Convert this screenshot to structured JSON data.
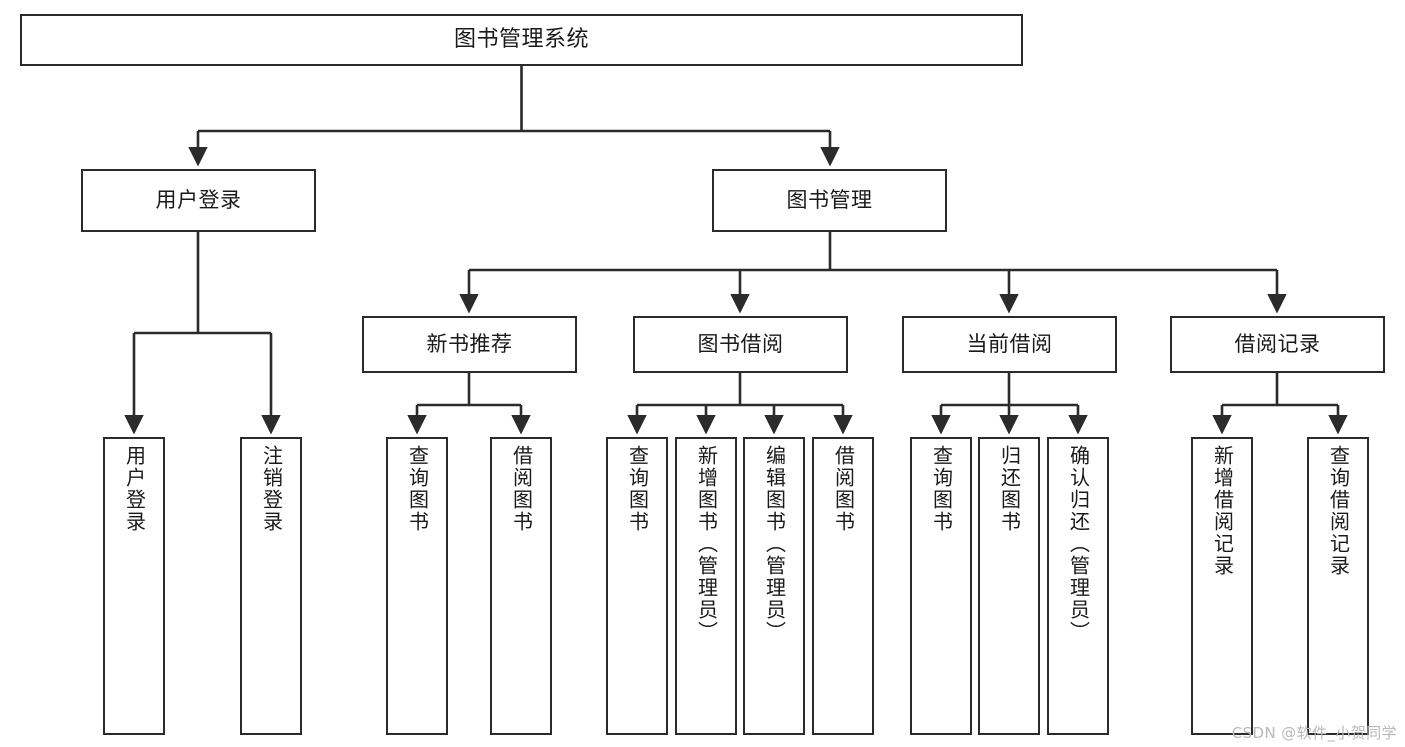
{
  "diagram": {
    "title": "图书管理系统",
    "type": "tree-hierarchy",
    "orientation": "top-down",
    "colors": {
      "stroke": "#2b2b2b",
      "fill": "#ffffff",
      "text": "#1a1a1a",
      "watermark": "#b9b9b9"
    },
    "nodes": {
      "root": {
        "label": "图书管理系统"
      },
      "level2": [
        {
          "id": "user-login",
          "label": "用户登录"
        },
        {
          "id": "book-manage",
          "label": "图书管理"
        }
      ],
      "level3": [
        {
          "id": "new-book-recommend",
          "label": "新书推荐"
        },
        {
          "id": "book-borrow",
          "label": "图书借阅"
        },
        {
          "id": "current-borrow",
          "label": "当前借阅"
        },
        {
          "id": "borrow-record",
          "label": "借阅记录"
        }
      ],
      "leaves": {
        "user-login": [
          {
            "id": "leaf-user-login",
            "label": "用户登录"
          },
          {
            "id": "leaf-logout-login",
            "label": "注销登录"
          }
        ],
        "new-book-recommend": [
          {
            "id": "leaf-query-book-1",
            "label": "查询图书"
          },
          {
            "id": "leaf-borrow-book-1",
            "label": "借阅图书"
          }
        ],
        "book-borrow": [
          {
            "id": "leaf-query-book-2",
            "label": "查询图书"
          },
          {
            "id": "leaf-add-book",
            "label": "新增图书（管理员）"
          },
          {
            "id": "leaf-edit-book",
            "label": "编辑图书（管理员）"
          },
          {
            "id": "leaf-borrow-book-2",
            "label": "借阅图书"
          }
        ],
        "current-borrow": [
          {
            "id": "leaf-query-book-3",
            "label": "查询图书"
          },
          {
            "id": "leaf-return-book",
            "label": "归还图书"
          },
          {
            "id": "leaf-confirm-return",
            "label": "确认归还（管理员）"
          }
        ],
        "borrow-record": [
          {
            "id": "leaf-add-record",
            "label": "新增借阅记录"
          },
          {
            "id": "leaf-query-record",
            "label": "查询借阅记录"
          }
        ]
      }
    },
    "watermark": "CSDN @软件_小贺同学"
  }
}
